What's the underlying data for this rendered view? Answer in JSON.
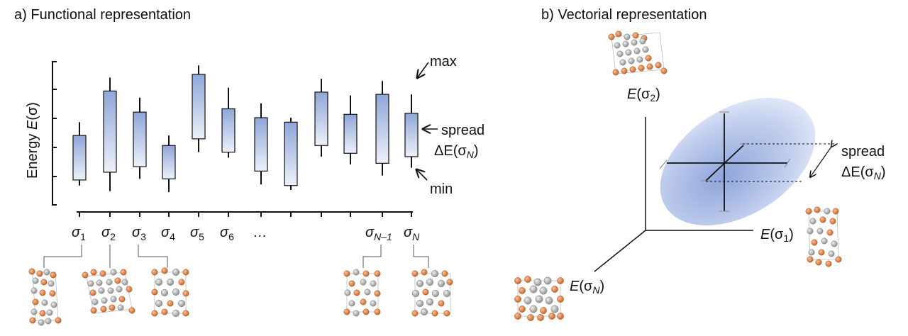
{
  "panel_a": {
    "letter": "a)",
    "title": "Functional representation",
    "ylabel_prefix": "Energy ",
    "ylabel_func": "E",
    "ylabel_arg": "(σ)",
    "bars": [
      {
        "whisker_low": 0.18,
        "box_low": 0.23,
        "box_high": 0.63,
        "whisker_high": 0.75
      },
      {
        "whisker_low": 0.13,
        "box_low": 0.3,
        "box_high": 1.03,
        "whisker_high": 1.15
      },
      {
        "whisker_low": 0.24,
        "box_low": 0.35,
        "box_high": 0.84,
        "whisker_high": 0.97
      },
      {
        "whisker_low": 0.12,
        "box_low": 0.24,
        "box_high": 0.54,
        "whisker_high": 0.63
      },
      {
        "whisker_low": 0.48,
        "box_low": 0.6,
        "box_high": 1.18,
        "whisker_high": 1.26
      },
      {
        "whisker_low": 0.43,
        "box_low": 0.48,
        "box_high": 0.87,
        "whisker_high": 1.06
      },
      {
        "whisker_low": 0.19,
        "box_low": 0.31,
        "box_high": 0.79,
        "whisker_high": 0.92
      },
      {
        "whisker_low": 0.14,
        "box_low": 0.18,
        "box_high": 0.75,
        "whisker_high": 0.79
      },
      {
        "whisker_low": 0.44,
        "box_low": 0.54,
        "box_high": 1.02,
        "whisker_high": 1.14
      },
      {
        "whisker_low": 0.37,
        "box_low": 0.47,
        "box_high": 0.82,
        "whisker_high": 0.99
      },
      {
        "whisker_low": 0.27,
        "box_low": 0.38,
        "box_high": 1.0,
        "whisker_high": 1.12
      },
      {
        "whisker_low": 0.34,
        "box_low": 0.44,
        "box_high": 0.83,
        "whisker_high": 1.0
      }
    ],
    "x_labels": [
      {
        "base": "σ",
        "sub": "1"
      },
      {
        "base": "σ",
        "sub": "2"
      },
      {
        "base": "σ",
        "sub": "3"
      },
      {
        "base": "σ",
        "sub": "4"
      },
      {
        "base": "σ",
        "sub": "5"
      },
      {
        "base": "σ",
        "sub": "6"
      },
      {
        "base": "…",
        "sub": ""
      },
      {
        "base": "σ",
        "sub": "N–1"
      },
      {
        "base": "σ",
        "sub": "N"
      }
    ],
    "annotations": {
      "max": "max",
      "min": "min",
      "spread": "spread",
      "spread_delta": "ΔE(σ",
      "spread_sub": "N",
      "spread_close": ")"
    }
  },
  "panel_b": {
    "letter": "b)",
    "title": "Vectorial representation",
    "axis_1": {
      "func": "E",
      "arg": "(σ",
      "sub": "1",
      "close": ")"
    },
    "axis_2": {
      "func": "E",
      "arg": "(σ",
      "sub": "2",
      "close": ")"
    },
    "axis_n": {
      "func": "E",
      "arg": "(σ",
      "sub": "N",
      "close": ")"
    },
    "spread": "spread",
    "spread_delta": "ΔE(σ",
    "spread_sub": "N",
    "spread_close": ")"
  },
  "colors": {
    "box_top": "#8fa6d8",
    "box_bottom": "#e9eef8",
    "ellipse": "#9fb3e0",
    "atom_orange": "#d8753a",
    "atom_gray": "#a8a8a8"
  }
}
